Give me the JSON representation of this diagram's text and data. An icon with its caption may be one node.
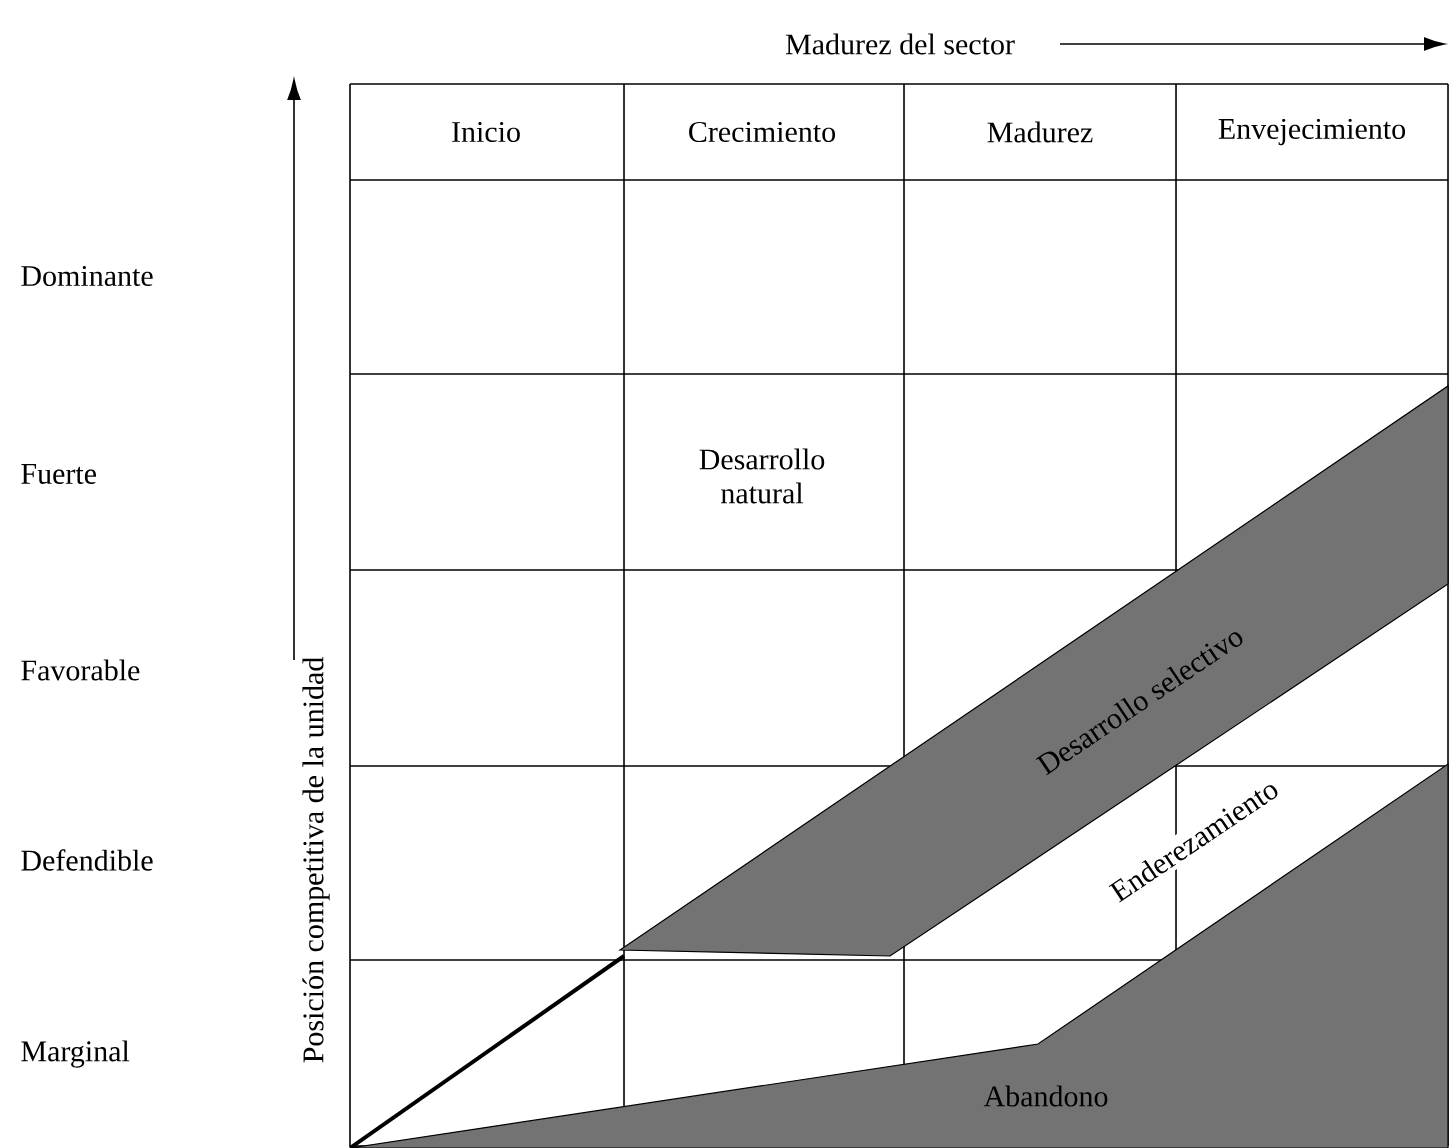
{
  "diagram": {
    "labels": [
      "Madurez del sector",
      "Inicio",
      "Crecimiento",
      "Madurez",
      "Envejecimiento",
      "Dominante",
      "Fuerte",
      "Favorable",
      "Defendible",
      "Marginal",
      "Posición competitiva de la unidad",
      "Desarrollo natural",
      "Desarrollo selectivo",
      "Enderezamiento",
      "Abandono"
    ]
  }
}
